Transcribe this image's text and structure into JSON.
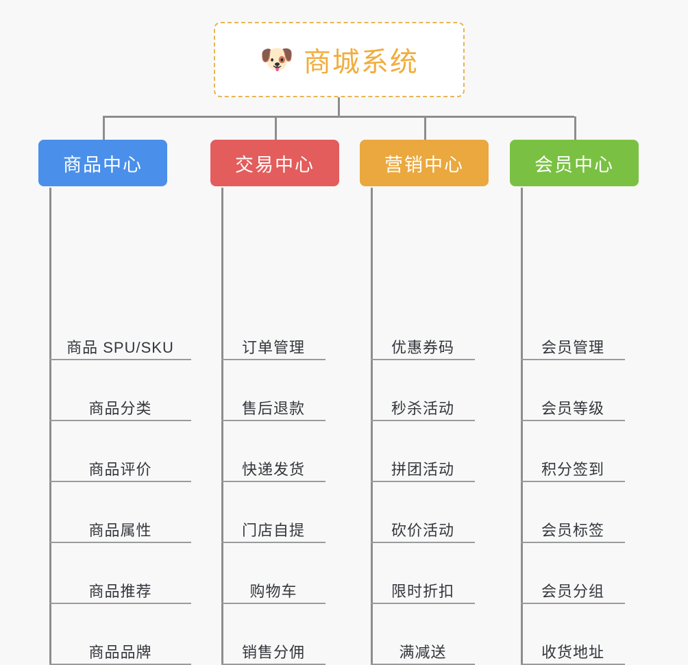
{
  "canvas": {
    "background": "#f8f8f8",
    "line_color": "#8d8d8d",
    "leaf_rule_color": "#9a9a9a",
    "leaf_text_color": "#33363b"
  },
  "root": {
    "title": "商城系统",
    "emoji": "🐶",
    "emoji_name": "shiba-dog-face-emoji",
    "border_color": "#e7b455",
    "text_color": "#f0ad3e",
    "fill": "#ffffff"
  },
  "categories": [
    {
      "id": "product-center",
      "label": "商品中心",
      "color": "#4a90ea",
      "items": [
        "商品 SPU/SKU",
        "商品分类",
        "商品评价",
        "商品属性",
        "商品推荐",
        "商品品牌"
      ]
    },
    {
      "id": "trade-center",
      "label": "交易中心",
      "color": "#e35d5d",
      "items": [
        "订单管理",
        "售后退款",
        "快递发货",
        "门店自提",
        "购物车",
        "销售分佣"
      ]
    },
    {
      "id": "marketing-center",
      "label": "营销中心",
      "color": "#eaa83f",
      "items": [
        "优惠券码",
        "秒杀活动",
        "拼团活动",
        "砍价活动",
        "限时折扣",
        "满减送"
      ]
    },
    {
      "id": "member-center",
      "label": "会员中心",
      "color": "#7ac143",
      "items": [
        "会员管理",
        "会员等级",
        "积分签到",
        "会员标签",
        "会员分组",
        "收货地址"
      ]
    }
  ]
}
